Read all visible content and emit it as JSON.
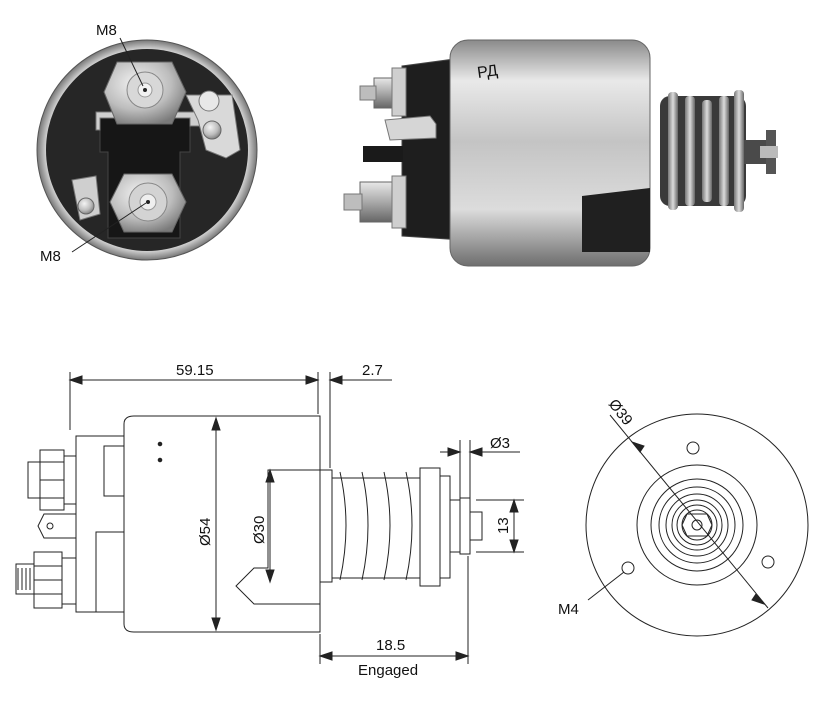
{
  "photos": {
    "end_view": {
      "top_terminal_label": "M8",
      "bottom_terminal_label": "M8"
    },
    "side_view": {
      "body_marking": "РД"
    }
  },
  "drawing": {
    "side_view": {
      "length_dim": "59.15",
      "gap_dim": "2.7",
      "pin_dim": "Ø3",
      "body_diameter_dim": "Ø54",
      "plunger_diameter_dim": "Ø30",
      "shaft_dim": "13",
      "travel_dim": "18.5",
      "travel_caption": "Engaged"
    },
    "front_view": {
      "bolt_circle_dim": "Ø39",
      "thread_label": "M4"
    }
  },
  "colors": {
    "line": "#222222",
    "body_dark": "#2a2a2a",
    "metal_light": "#e6e6e6",
    "metal_mid": "#b9b9b9",
    "metal_dark": "#7d7d7d"
  }
}
